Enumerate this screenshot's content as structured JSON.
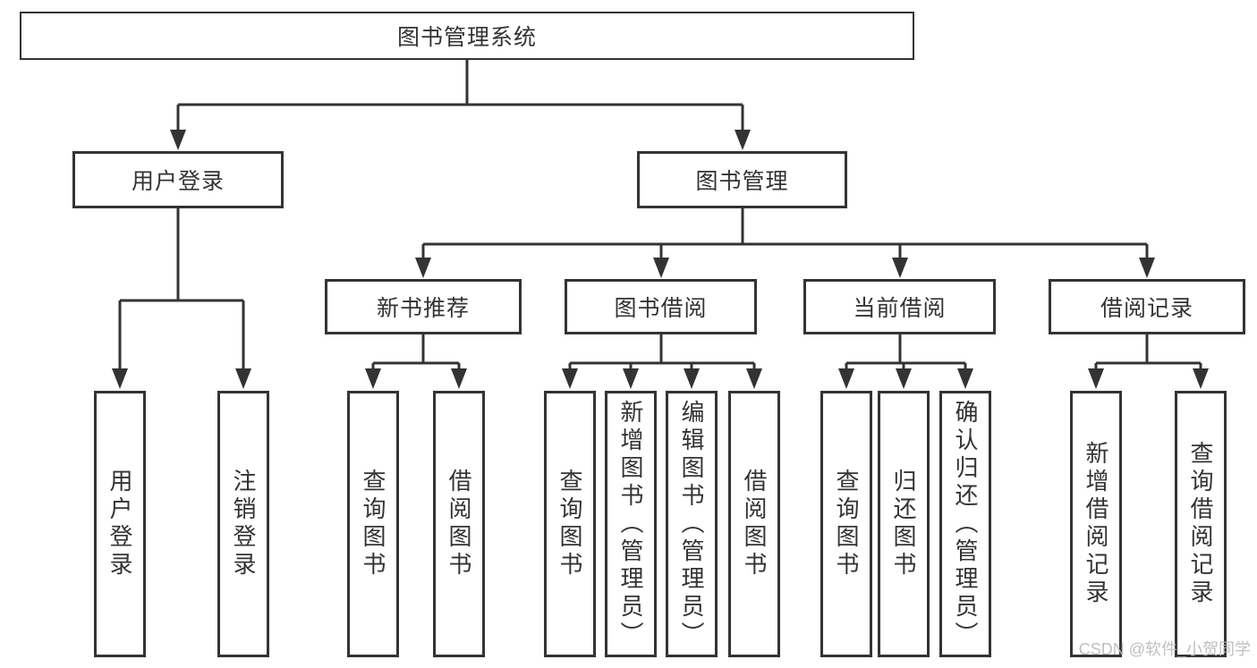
{
  "tree": {
    "root": {
      "label": "图书管理系统"
    },
    "branches": {
      "user_login": {
        "label": "用户登录",
        "children": {
          "login": {
            "label": "用户登录"
          },
          "logout": {
            "label": "注销登录"
          }
        }
      },
      "book_management": {
        "label": "图书管理",
        "children": {
          "new_book_recommend": {
            "label": "新书推荐",
            "children": {
              "query_books": {
                "label": "查询图书"
              },
              "borrow_books": {
                "label": "借阅图书"
              }
            }
          },
          "book_borrowing": {
            "label": "图书借阅",
            "children": {
              "query_books": {
                "label": "查询图书"
              },
              "add_books": {
                "label": "新增图书（管理员）"
              },
              "edit_books": {
                "label": "编辑图书（管理员）"
              },
              "borrow_books": {
                "label": "借阅图书"
              }
            }
          },
          "current_borrowing": {
            "label": "当前借阅",
            "children": {
              "query_books": {
                "label": "查询图书"
              },
              "return_books": {
                "label": "归还图书"
              },
              "confirm_return": {
                "label": "确认归还（管理员）"
              }
            }
          },
          "borrowing_records": {
            "label": "借阅记录",
            "children": {
              "add_record": {
                "label": "新增借阅记录"
              },
              "query_record": {
                "label": "查询借阅记录"
              }
            }
          }
        }
      }
    }
  },
  "watermark": {
    "text": "CSDN @软件_小贺同学"
  },
  "colors": {
    "line": "#333333",
    "box_border": "#333333",
    "box_background": "#ffffff",
    "text": "#333333",
    "watermark": "#b9b9b9",
    "page_background": "#ffffff"
  }
}
